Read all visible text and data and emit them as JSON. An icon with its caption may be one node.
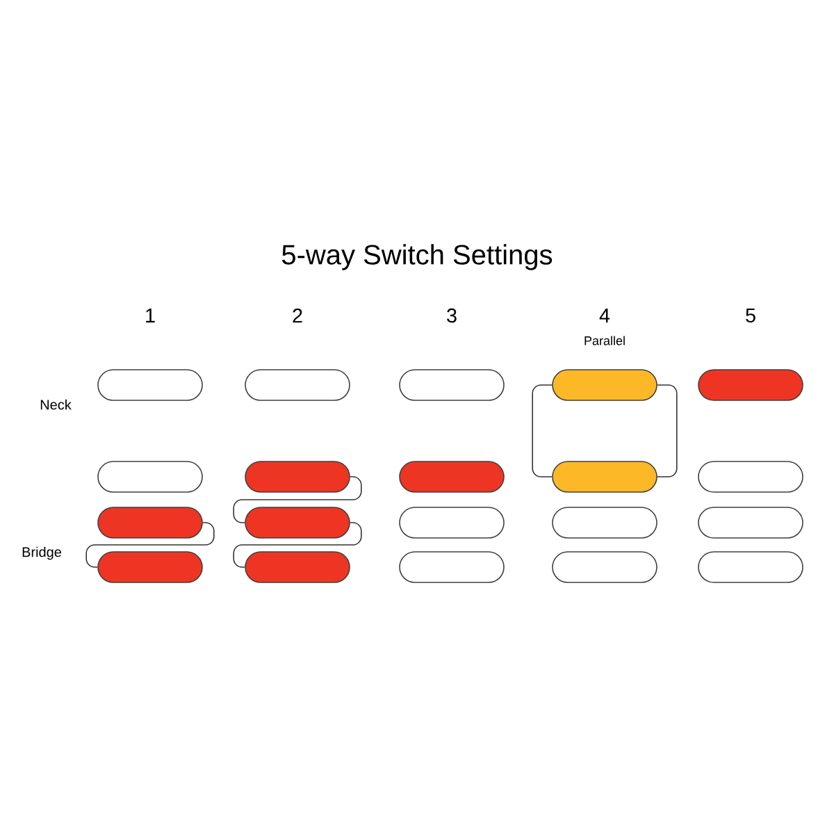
{
  "diagram": {
    "title": "5-way Switch Settings",
    "nodes": [
      {
        "text": [],
        "shape": "bar"
      },
      {
        "text": [],
        "shape": "bar"
      },
      {
        "text": [],
        "shape": "bar"
      },
      {
        "text": [],
        "shape": "bar"
      },
      {
        "text": [],
        "shape": "bar"
      },
      {
        "text": [],
        "shape": "bar"
      },
      {
        "text": [],
        "shape": "bar"
      },
      {
        "text": [],
        "shape": "bar"
      },
      {
        "text": [],
        "shape": "bar"
      },
      {
        "text": [],
        "shape": "bar"
      },
      {
        "text": [],
        "shape": "bar"
      },
      {
        "text": [],
        "shape": "bar"
      },
      {
        "text": [],
        "shape": "bar"
      },
      {
        "text": [],
        "shape": "bar"
      },
      {
        "text": [],
        "shape": "bar"
      },
      {
        "text": [],
        "shape": "bar"
      },
      {
        "text": [],
        "shape": "bar"
      },
      {
        "text": [],
        "shape": "bar"
      },
      {
        "text": [],
        "shape": "bar"
      },
      {
        "text": [],
        "shape": "bar"
      }
    ],
    "edges": [
      {
        "from": 2,
        "to": 3,
        "arrow": "none"
      },
      {
        "from": 5,
        "to": 6,
        "arrow": "none"
      },
      {
        "from": 6,
        "to": 7,
        "arrow": "none"
      },
      {
        "from": 12,
        "to": 13,
        "arrow": "none"
      },
      {
        "from": 12,
        "to": 13,
        "arrow": "none"
      }
    ],
    "labels": [
      "1",
      "2",
      "3",
      "4",
      "Parallel",
      "5",
      "Neck",
      "Bridge"
    ]
  }
}
